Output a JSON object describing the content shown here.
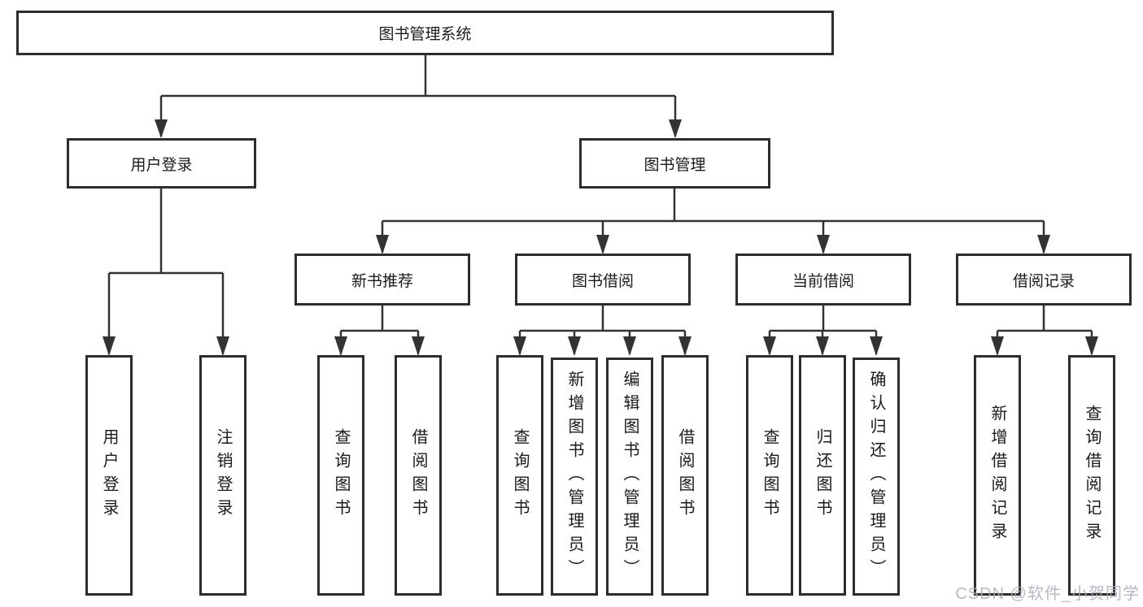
{
  "diagram": {
    "root": {
      "label": "图书管理系统"
    },
    "level2": [
      {
        "label": "用户登录"
      },
      {
        "label": "图书管理"
      }
    ],
    "level3": [
      {
        "label": "新书推荐",
        "parent": "图书管理"
      },
      {
        "label": "图书借阅",
        "parent": "图书管理"
      },
      {
        "label": "当前借阅",
        "parent": "图书管理"
      },
      {
        "label": "借阅记录",
        "parent": "图书管理"
      }
    ],
    "leaves": [
      {
        "label": "用户登录",
        "parent": "用户登录"
      },
      {
        "label": "注销登录",
        "parent": "用户登录"
      },
      {
        "label": "查询图书",
        "parent": "新书推荐"
      },
      {
        "label": "借阅图书",
        "parent": "新书推荐"
      },
      {
        "label": "查询图书",
        "parent": "图书借阅"
      },
      {
        "label": "新增图书（管理员）",
        "parent": "图书借阅"
      },
      {
        "label": "编辑图书（管理员）",
        "parent": "图书借阅"
      },
      {
        "label": "借阅图书",
        "parent": "图书借阅"
      },
      {
        "label": "查询图书",
        "parent": "当前借阅"
      },
      {
        "label": "归还图书",
        "parent": "当前借阅"
      },
      {
        "label": "确认归还（管理员）",
        "parent": "当前借阅"
      },
      {
        "label": "新增借阅记录",
        "parent": "借阅记录"
      },
      {
        "label": "查询借阅记录",
        "parent": "借阅记录"
      }
    ]
  },
  "watermark": {
    "text": "CSDN @软件_小贺同学"
  },
  "colors": {
    "line": "#333333",
    "border": "#2d2d2d",
    "text": "#1a1a1a",
    "watermark": "#a8adb8",
    "background": "#ffffff"
  }
}
